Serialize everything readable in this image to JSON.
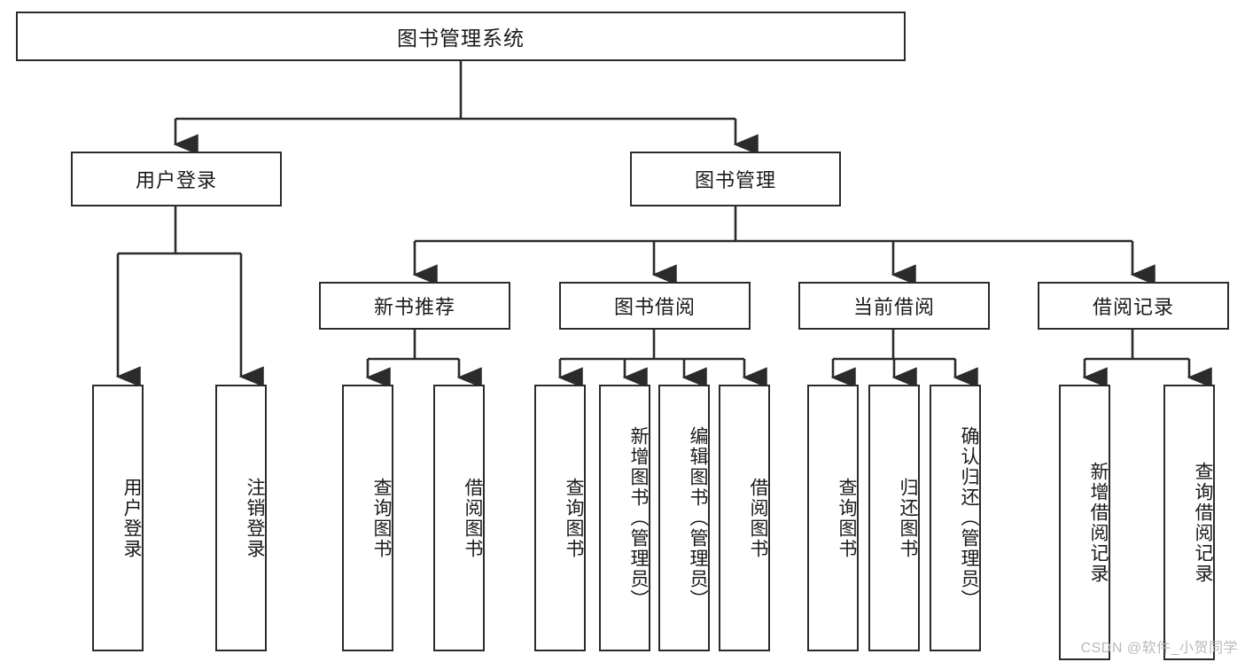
{
  "diagram": {
    "title": "图书管理系统",
    "watermark": "CSDN @软件_小贺同学",
    "line_color": "#2b2b2b",
    "box_fill": "#ffffff",
    "text_color": "#1a1a1a",
    "watermark_color": "#b9b9b9"
  },
  "nodes": {
    "root": {
      "label": "图书管理系统"
    },
    "level2": [
      {
        "id": "user-login",
        "label": "用户登录"
      },
      {
        "id": "book-manage",
        "label": "图书管理"
      }
    ],
    "level3": [
      {
        "id": "new-book-recommend",
        "label": "新书推荐"
      },
      {
        "id": "book-borrow",
        "label": "图书借阅"
      },
      {
        "id": "current-borrow",
        "label": "当前借阅"
      },
      {
        "id": "borrow-record",
        "label": "借阅记录"
      }
    ],
    "leaves": {
      "user_login": [
        {
          "id": "leaf-user-login",
          "label": "用户登录"
        },
        {
          "id": "leaf-logout-login",
          "label": "注销登录"
        }
      ],
      "new_book_recommend": [
        {
          "id": "leaf-query-book-1",
          "label": "查询图书"
        },
        {
          "id": "leaf-borrow-book-1",
          "label": "借阅图书"
        }
      ],
      "book_borrow": [
        {
          "id": "leaf-query-book-2",
          "label": "查询图书"
        },
        {
          "id": "leaf-add-book",
          "label": "新增图书（管理员）"
        },
        {
          "id": "leaf-edit-book",
          "label": "编辑图书（管理员）"
        },
        {
          "id": "leaf-borrow-book-2",
          "label": "借阅图书"
        }
      ],
      "current_borrow": [
        {
          "id": "leaf-query-book-3",
          "label": "查询图书"
        },
        {
          "id": "leaf-return-book",
          "label": "归还图书"
        },
        {
          "id": "leaf-confirm-return",
          "label": "确认归还（管理员）"
        }
      ],
      "borrow_record": [
        {
          "id": "leaf-add-record",
          "label": "新增借阅记录"
        },
        {
          "id": "leaf-query-record",
          "label": "查询借阅记录"
        }
      ]
    }
  },
  "chart_data": {
    "type": "table",
    "title": "图书管理系统 功能结构图",
    "tree": {
      "name": "图书管理系统",
      "children": [
        {
          "name": "用户登录",
          "children": [
            {
              "name": "用户登录"
            },
            {
              "name": "注销登录"
            }
          ]
        },
        {
          "name": "图书管理",
          "children": [
            {
              "name": "新书推荐",
              "children": [
                {
                  "name": "查询图书"
                },
                {
                  "name": "借阅图书"
                }
              ]
            },
            {
              "name": "图书借阅",
              "children": [
                {
                  "name": "查询图书"
                },
                {
                  "name": "新增图书（管理员）"
                },
                {
                  "name": "编辑图书（管理员）"
                },
                {
                  "name": "借阅图书"
                }
              ]
            },
            {
              "name": "当前借阅",
              "children": [
                {
                  "name": "查询图书"
                },
                {
                  "name": "归还图书"
                },
                {
                  "name": "确认归还（管理员）"
                }
              ]
            },
            {
              "name": "借阅记录",
              "children": [
                {
                  "name": "新增借阅记录"
                },
                {
                  "name": "查询借阅记录"
                }
              ]
            }
          ]
        }
      ]
    }
  }
}
